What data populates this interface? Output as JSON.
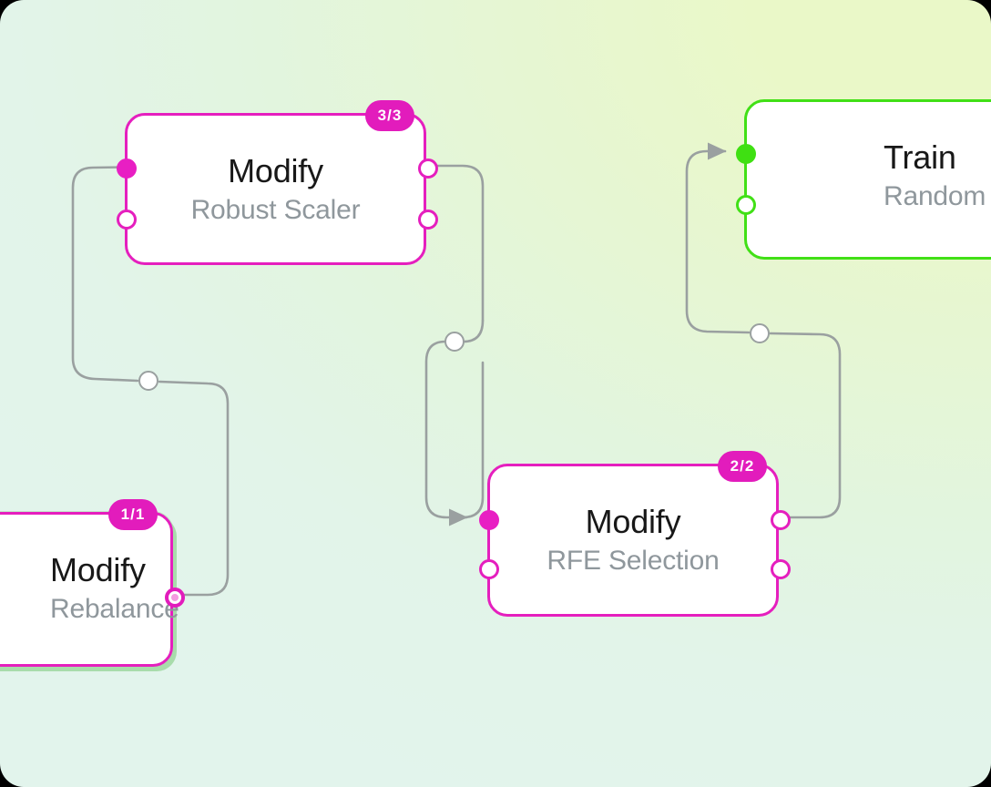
{
  "app": {
    "type": "node-graph-editor",
    "canvas_background_colors": [
      "#e2f4ec",
      "#eaf8c8"
    ],
    "accent_magenta": "#e51fbe",
    "accent_green": "#41e016",
    "edge_color": "#9aa0a0",
    "subtitle_color": "#8f979c"
  },
  "nodes": [
    {
      "id": "rebalance",
      "title": "Modify",
      "subtitle": "Rebalance",
      "badge": "1/1",
      "accent": "#e51fbe",
      "selected": true,
      "clipped_left": true
    },
    {
      "id": "robust-scaler",
      "title": "Modify",
      "subtitle": "Robust Scaler",
      "badge": "3/3",
      "accent": "#e51fbe",
      "selected": false,
      "clipped_left": false
    },
    {
      "id": "rfe-selection",
      "title": "Modify",
      "subtitle": "RFE Selection",
      "badge": "2/2",
      "accent": "#e51fbe",
      "selected": false,
      "clipped_left": false
    },
    {
      "id": "train-random-forest",
      "title": "Train",
      "subtitle": "Random Forest",
      "badge": "",
      "accent": "#41e016",
      "selected": false,
      "clipped_right": true
    }
  ],
  "edges": [
    {
      "id": "rebalance-to-robust-scaler",
      "from": "rebalance",
      "to": "robust-scaler",
      "has_midpoint_handle": true
    },
    {
      "id": "robust-scaler-to-rfe-selection",
      "from": "robust-scaler",
      "to": "rfe-selection",
      "has_midpoint_handle": true
    },
    {
      "id": "rfe-selection-to-train",
      "from": "rfe-selection",
      "to": "train-random-forest",
      "has_midpoint_handle": true
    }
  ]
}
